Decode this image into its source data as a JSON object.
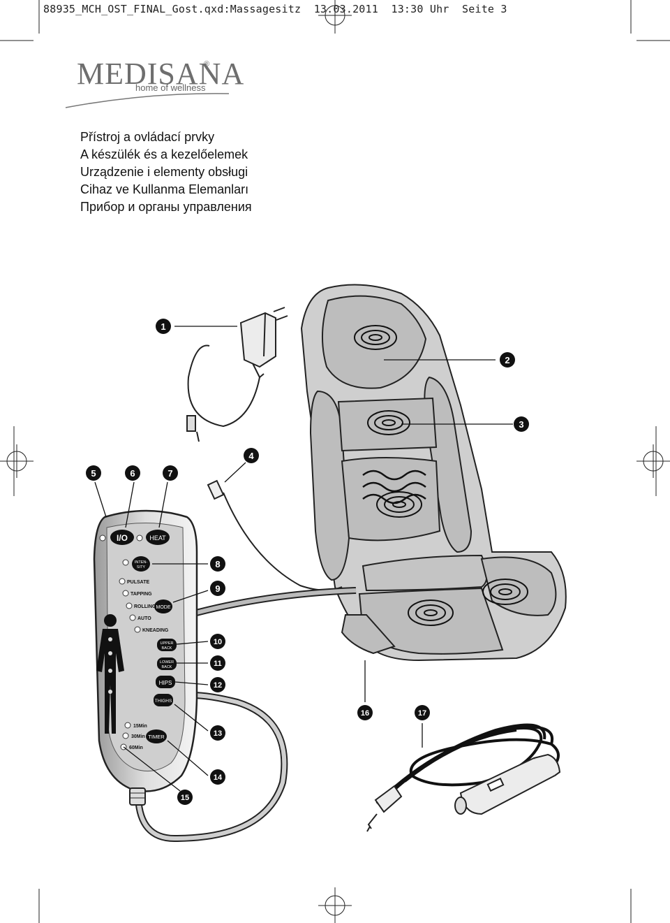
{
  "header": {
    "line": "88935_MCH_OST_FINAL_Gost.qxd:Massagesitz  13.03.2011  13:30 Uhr  Seite 3"
  },
  "brand": {
    "name": "MEDISANA",
    "tagline": "home of wellness",
    "registered": "®"
  },
  "titles": [
    "Přístroj a ovládací prvky",
    "A készülék és a kezelőelemek",
    "Urządzenie i elementy obsługi",
    "Cihaz ve Kullanma Elemanları",
    "Прибор и органы управления"
  ],
  "callouts": [
    "1",
    "2",
    "3",
    "4",
    "5",
    "6",
    "7",
    "8",
    "9",
    "10",
    "11",
    "12",
    "13",
    "14",
    "15",
    "16",
    "17"
  ],
  "remote": {
    "power": "I/O",
    "heat": "HEAT",
    "intensity": "INTEN-SITY",
    "modes": [
      "PULSATE",
      "TAPPING",
      "ROLLING",
      "AUTO",
      "KNEADING"
    ],
    "mode_button": "MODE",
    "zones": [
      "UPPER BACK",
      "LOWER BACK",
      "HIPS",
      "THIGHS"
    ],
    "timer_options": [
      "15Min",
      "30Min",
      "60Min"
    ],
    "timer_button": "TIMER"
  }
}
